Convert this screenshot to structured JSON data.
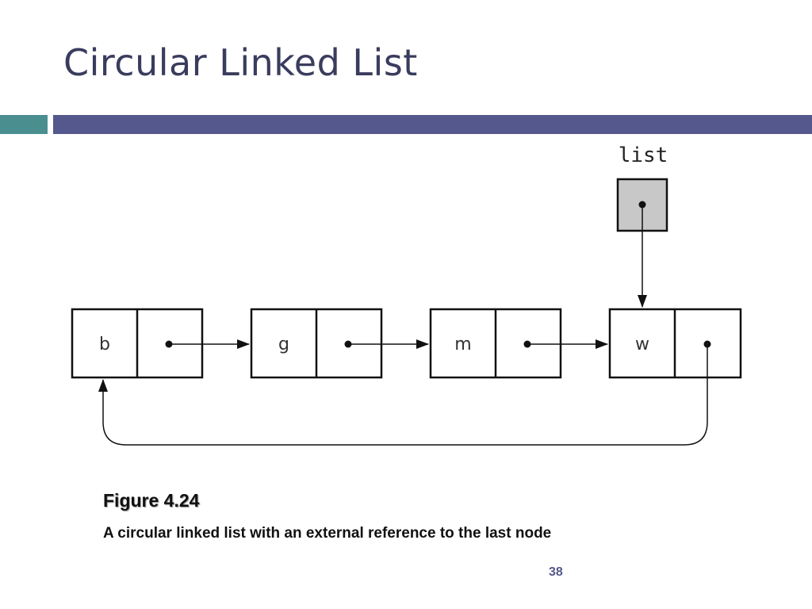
{
  "slide": {
    "title": "Circular Linked List",
    "page_number": "38",
    "accent_teal": "#4a8e90",
    "accent_purple": "#55588c"
  },
  "diagram": {
    "external_reference_label": "list",
    "external_reference_fill": "#c8c8c8",
    "nodes": [
      {
        "value": "b"
      },
      {
        "value": "g"
      },
      {
        "value": "m"
      },
      {
        "value": "w"
      }
    ],
    "external_reference_target": "w",
    "last_node_next": "b"
  },
  "figure": {
    "label": "Figure 4.24",
    "caption": "A circular linked list with an external reference to the last node"
  }
}
